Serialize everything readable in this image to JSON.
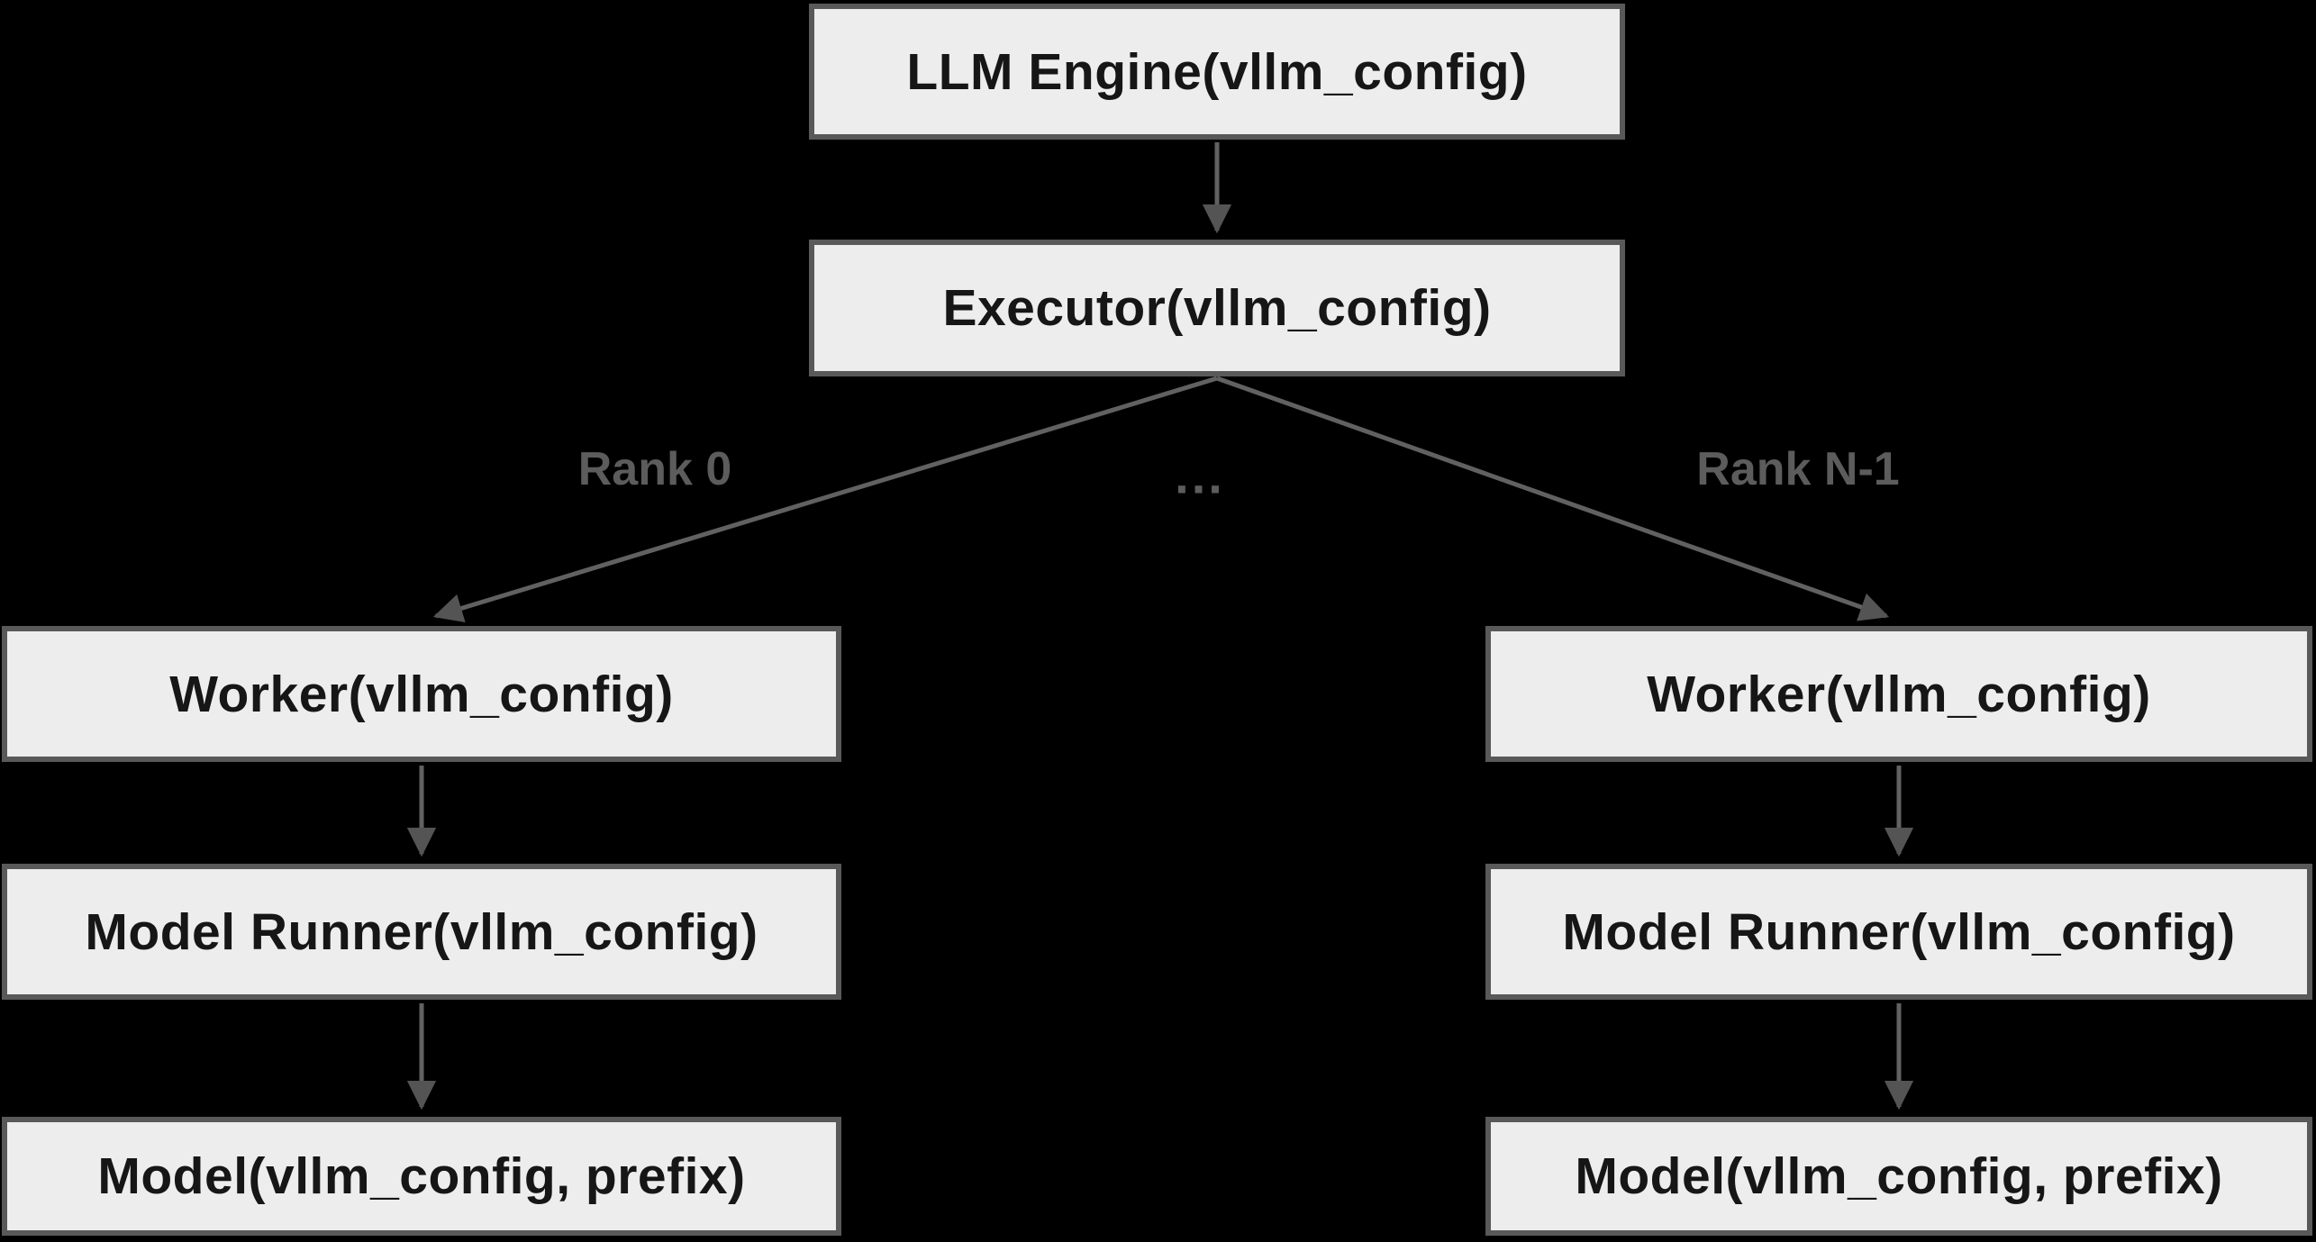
{
  "diagram": {
    "nodes": {
      "llm_engine": {
        "label": "LLM Engine(vllm_config)"
      },
      "executor": {
        "label": "Executor(vllm_config)"
      },
      "worker_rank0": {
        "label": "Worker(vllm_config)"
      },
      "worker_rankn": {
        "label": "Worker(vllm_config)"
      },
      "model_runner_rank0": {
        "label": "Model Runner(vllm_config)"
      },
      "model_runner_rankn": {
        "label": "Model Runner(vllm_config)"
      },
      "model_rank0": {
        "label": "Model(vllm_config, prefix)"
      },
      "model_rankn": {
        "label": "Model(vllm_config, prefix)"
      }
    },
    "edge_labels": {
      "rank0": "Rank 0",
      "ellipsis": "...",
      "rank_n_minus_1": "Rank N-1"
    },
    "colors": {
      "background": "#000000",
      "node_fill": "#ededed",
      "node_border": "#595959",
      "node_text": "#161616",
      "edge_stroke": "#616161",
      "arrowhead_fill": "#545454",
      "edge_label_text": "#5c5c5c"
    }
  }
}
